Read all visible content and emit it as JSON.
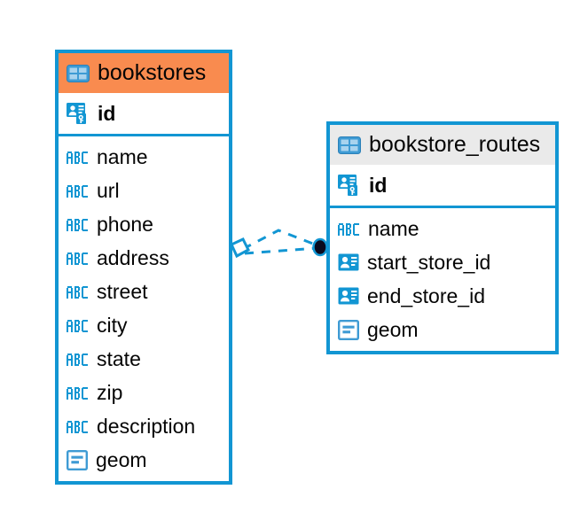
{
  "diagram": {
    "type": "entity-relationship-diagram",
    "accent_color": "#1296D3",
    "background": "#FFFFFF"
  },
  "entities": [
    {
      "name": "bookstores",
      "header_color": "#F98B4F",
      "header_icon": "table-icon",
      "fields": [
        {
          "name": "id",
          "icon": "primary-key-icon",
          "key": "primary"
        },
        {
          "name": "name",
          "icon": "abc-text-icon",
          "key": "none"
        },
        {
          "name": "url",
          "icon": "abc-text-icon",
          "key": "none"
        },
        {
          "name": "phone",
          "icon": "abc-text-icon",
          "key": "none"
        },
        {
          "name": "address",
          "icon": "abc-text-icon",
          "key": "none"
        },
        {
          "name": "street",
          "icon": "abc-text-icon",
          "key": "none"
        },
        {
          "name": "city",
          "icon": "abc-text-icon",
          "key": "none"
        },
        {
          "name": "state",
          "icon": "abc-text-icon",
          "key": "none"
        },
        {
          "name": "zip",
          "icon": "abc-text-icon",
          "key": "none"
        },
        {
          "name": "description",
          "icon": "abc-text-icon",
          "key": "none"
        },
        {
          "name": "geom",
          "icon": "geometry-icon",
          "key": "none"
        }
      ]
    },
    {
      "name": "bookstore_routes",
      "header_color": "#EAEAEA",
      "header_icon": "table-icon",
      "fields": [
        {
          "name": "id",
          "icon": "primary-key-icon",
          "key": "primary"
        },
        {
          "name": "name",
          "icon": "abc-text-icon",
          "key": "none"
        },
        {
          "name": "start_store_id",
          "icon": "foreign-key-icon",
          "key": "foreign"
        },
        {
          "name": "end_store_id",
          "icon": "foreign-key-icon",
          "key": "foreign"
        },
        {
          "name": "geom",
          "icon": "geometry-icon",
          "key": "none"
        }
      ]
    }
  ],
  "relationship": {
    "from": "bookstores",
    "to": "bookstore_routes",
    "line_style": "dashed",
    "line_color": "#1296D3",
    "source_marker": "diamond",
    "target_marker": "filled-circle"
  }
}
